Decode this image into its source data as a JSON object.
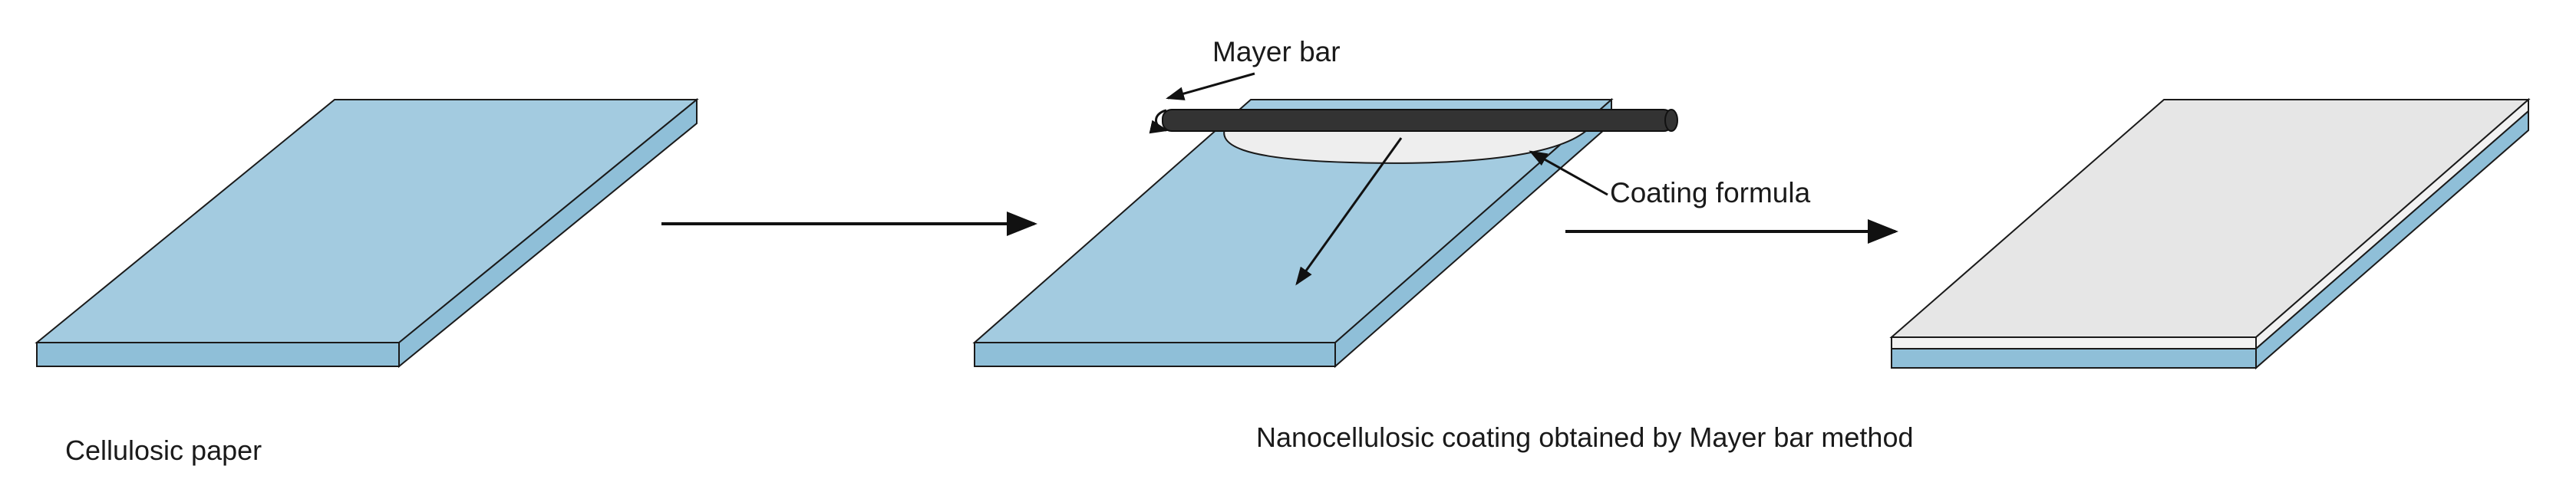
{
  "labels": {
    "mayer_bar": "Mayer bar",
    "coating_formula": "Coating formula",
    "cellulosic_paper": "Cellulosic paper",
    "coated_result": "Nanocellulosic coating obtained by Mayer bar method"
  },
  "colors": {
    "paper_top": "#a3cbe0",
    "paper_side": "#8fbfd8",
    "coating_top": "#e6e6e6",
    "coating_side": "#f2f2f2",
    "bar": "#333333",
    "outline": "#1a1a1a",
    "arrow": "#111111"
  }
}
